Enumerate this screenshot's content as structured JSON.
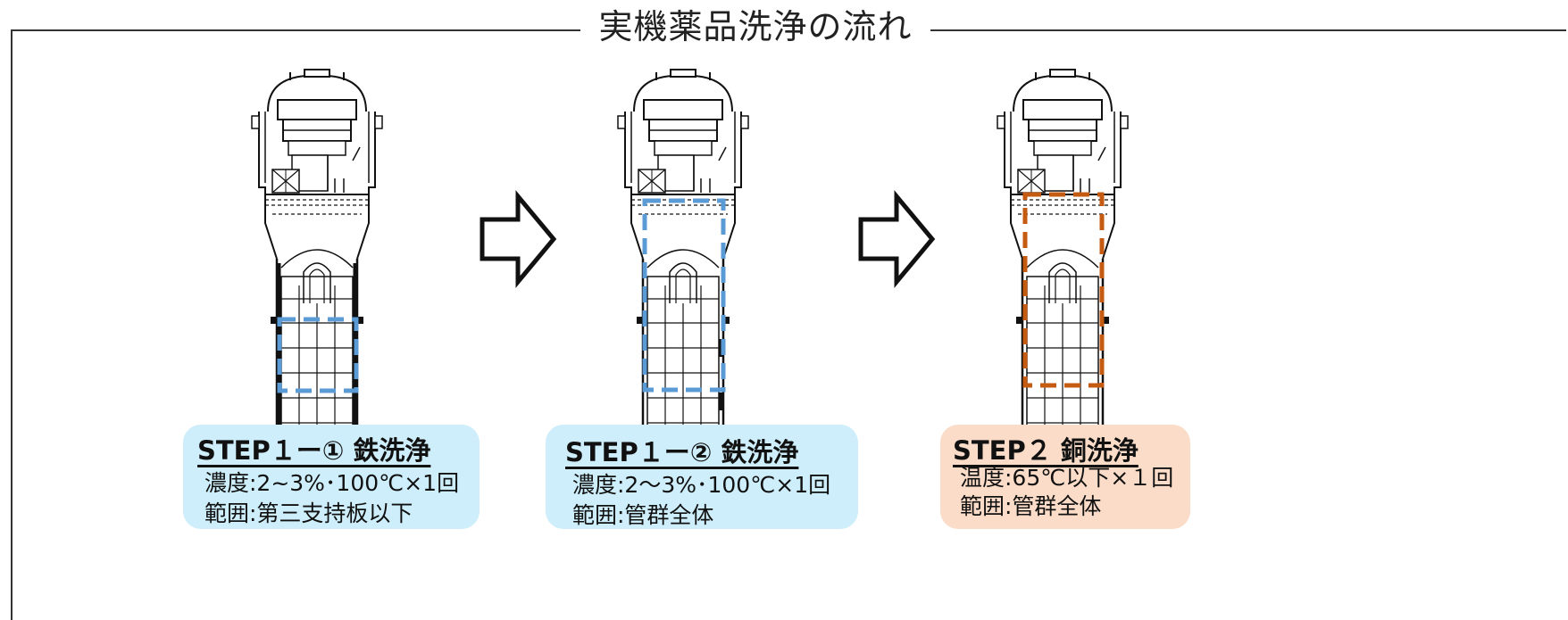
{
  "title": "実機薬品洗浄の流れ",
  "steps": [
    {
      "title": "STEP１ー① 鉄洗浄",
      "line1": "濃度:2~3%･100℃×1回",
      "line2": "範囲:第三支持板以下",
      "box_color": "#cdeefa",
      "highlight_color": "#5b9bd5"
    },
    {
      "title": "STEP１ー② 鉄洗浄",
      "line1": "濃度:2～3%･100℃×1回",
      "line2": "範囲:管群全体",
      "box_color": "#cdeefa",
      "highlight_color": "#5b9bd5"
    },
    {
      "title": "STEP２ 銅洗浄",
      "line1": "温度:65℃以下×１回",
      "line2": "範囲:管群全体",
      "box_color": "#fbdcc8",
      "highlight_color": "#c55a11"
    }
  ],
  "arrow_icon": "right-arrow-outline-icon"
}
